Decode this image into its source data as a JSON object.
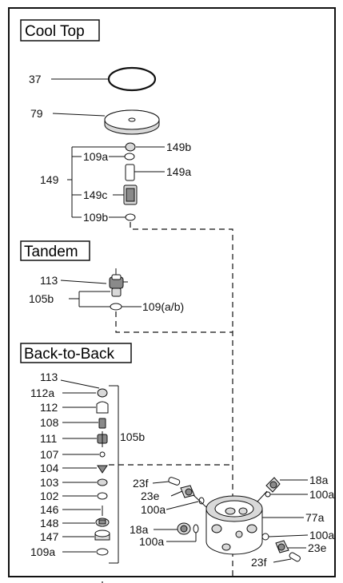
{
  "sections": {
    "cool_top": "Cool Top",
    "tandem": "Tandem",
    "back_to_back": "Back-to-Back"
  },
  "cool_top": {
    "p37": "37",
    "p79": "79",
    "p149b": "149b",
    "p109a": "109a",
    "p149a": "149a",
    "p149": "149",
    "p149c": "149c",
    "p109b": "109b"
  },
  "tandem": {
    "p113": "113",
    "p105b": "105b",
    "p109ab": "109(a/b)"
  },
  "back_to_back": {
    "p113": "113",
    "p112a": "112a",
    "p112": "112",
    "p108": "108",
    "p111": "111",
    "p105b": "105b",
    "p107": "107",
    "p104": "104",
    "p103": "103",
    "p102": "102",
    "p146": "146",
    "p148": "148",
    "p147": "147",
    "p109a": "109a"
  },
  "fitting": {
    "p23f_top": "23f",
    "p23e_top": "23e",
    "p100a_left": "100a",
    "p18a_left": "18a",
    "p100a_left2": "100a",
    "p18a_right": "18a",
    "p100a_right": "100a",
    "p77a": "77a",
    "p100a_right2": "100a",
    "p23e_right": "23e",
    "p23f_bottom": "23f"
  }
}
